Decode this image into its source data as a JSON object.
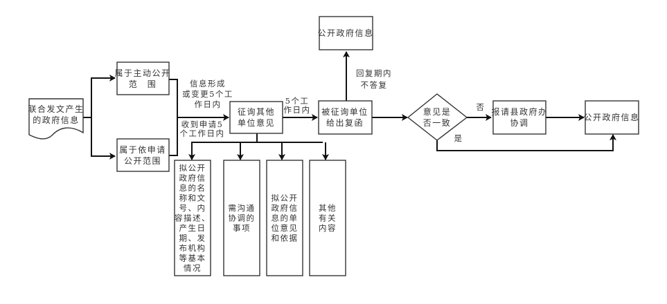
{
  "diagram": {
    "type": "flowchart",
    "nodes": {
      "source": {
        "lines": [
          "联合发文产生",
          "的政府信息"
        ],
        "shape": "document"
      },
      "active": {
        "lines": [
          "属于主动公开",
          "范　围"
        ]
      },
      "request": {
        "lines": [
          "属于依申请",
          "公开范围"
        ]
      },
      "consult": {
        "lines": [
          "征询其他",
          "单位意见"
        ]
      },
      "reply": {
        "lines": [
          "被征询单位",
          "给出复函"
        ]
      },
      "publish_top": {
        "lines": [
          "公开政府信息"
        ]
      },
      "decision": {
        "lines": [
          "意见是",
          "否一致"
        ],
        "shape": "diamond"
      },
      "coordinate": {
        "lines": [
          "报请县政府办",
          "协调"
        ]
      },
      "publish_right": {
        "lines": [
          "公开政府信息"
        ]
      },
      "item1": {
        "lines": [
          "拟公开",
          "政府信",
          "息的名",
          "称和文",
          "号、内",
          "容描述、",
          "产生日",
          "期、发",
          "布机构",
          "等基本",
          "情况"
        ]
      },
      "item2": {
        "lines": [
          "需沟通",
          "协调的",
          "事项"
        ]
      },
      "item3": {
        "lines": [
          "拟公开",
          "政府信",
          "息的单",
          "位意见",
          "和依据"
        ]
      },
      "item4": {
        "lines": [
          "其他",
          "有关",
          "内容"
        ]
      }
    },
    "edge_labels": {
      "active_time": [
        "信息形成",
        "或变更5个工",
        "作日内"
      ],
      "request_time": [
        "收到申请5",
        "个工作日内"
      ],
      "consult_time": [
        "5个工",
        "作日内"
      ],
      "no_reply": [
        "回复期内",
        "不答复"
      ],
      "no": "否",
      "yes": "是"
    },
    "colors": {
      "stroke": "#111111",
      "box_border": "#333333",
      "text": "#333333",
      "background": "#ffffff"
    }
  }
}
